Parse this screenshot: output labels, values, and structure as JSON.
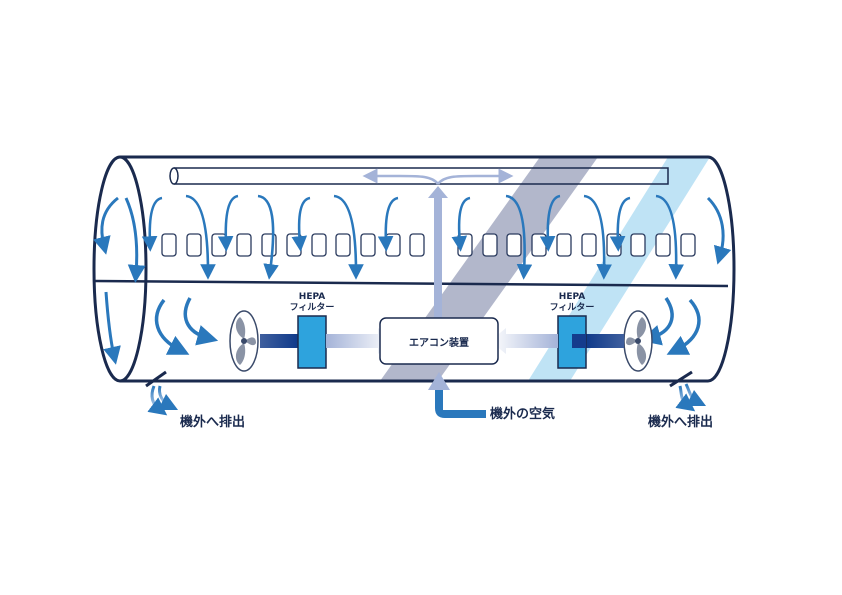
{
  "labels": {
    "hepa_left": [
      "HEPA",
      "フィルター"
    ],
    "hepa_right": [
      "HEPA",
      "フィルター"
    ],
    "aircon": "エアコン装置",
    "outside_air": "機外の空気",
    "exhaust_left": "機外へ排出",
    "exhaust_right": "機外へ排出"
  },
  "colors": {
    "fuselage_outline": "#1a2a4e",
    "airflow_arrow": "#2a78bc",
    "hepa_filter": "#2ea3dd",
    "duct_dark": "#143c8c",
    "supply_air": "#a4b3d8",
    "shade_band": "#b2b7cb",
    "light_band": "#bfe3f5"
  },
  "icons": [
    "fan-icon",
    "fan-icon"
  ]
}
